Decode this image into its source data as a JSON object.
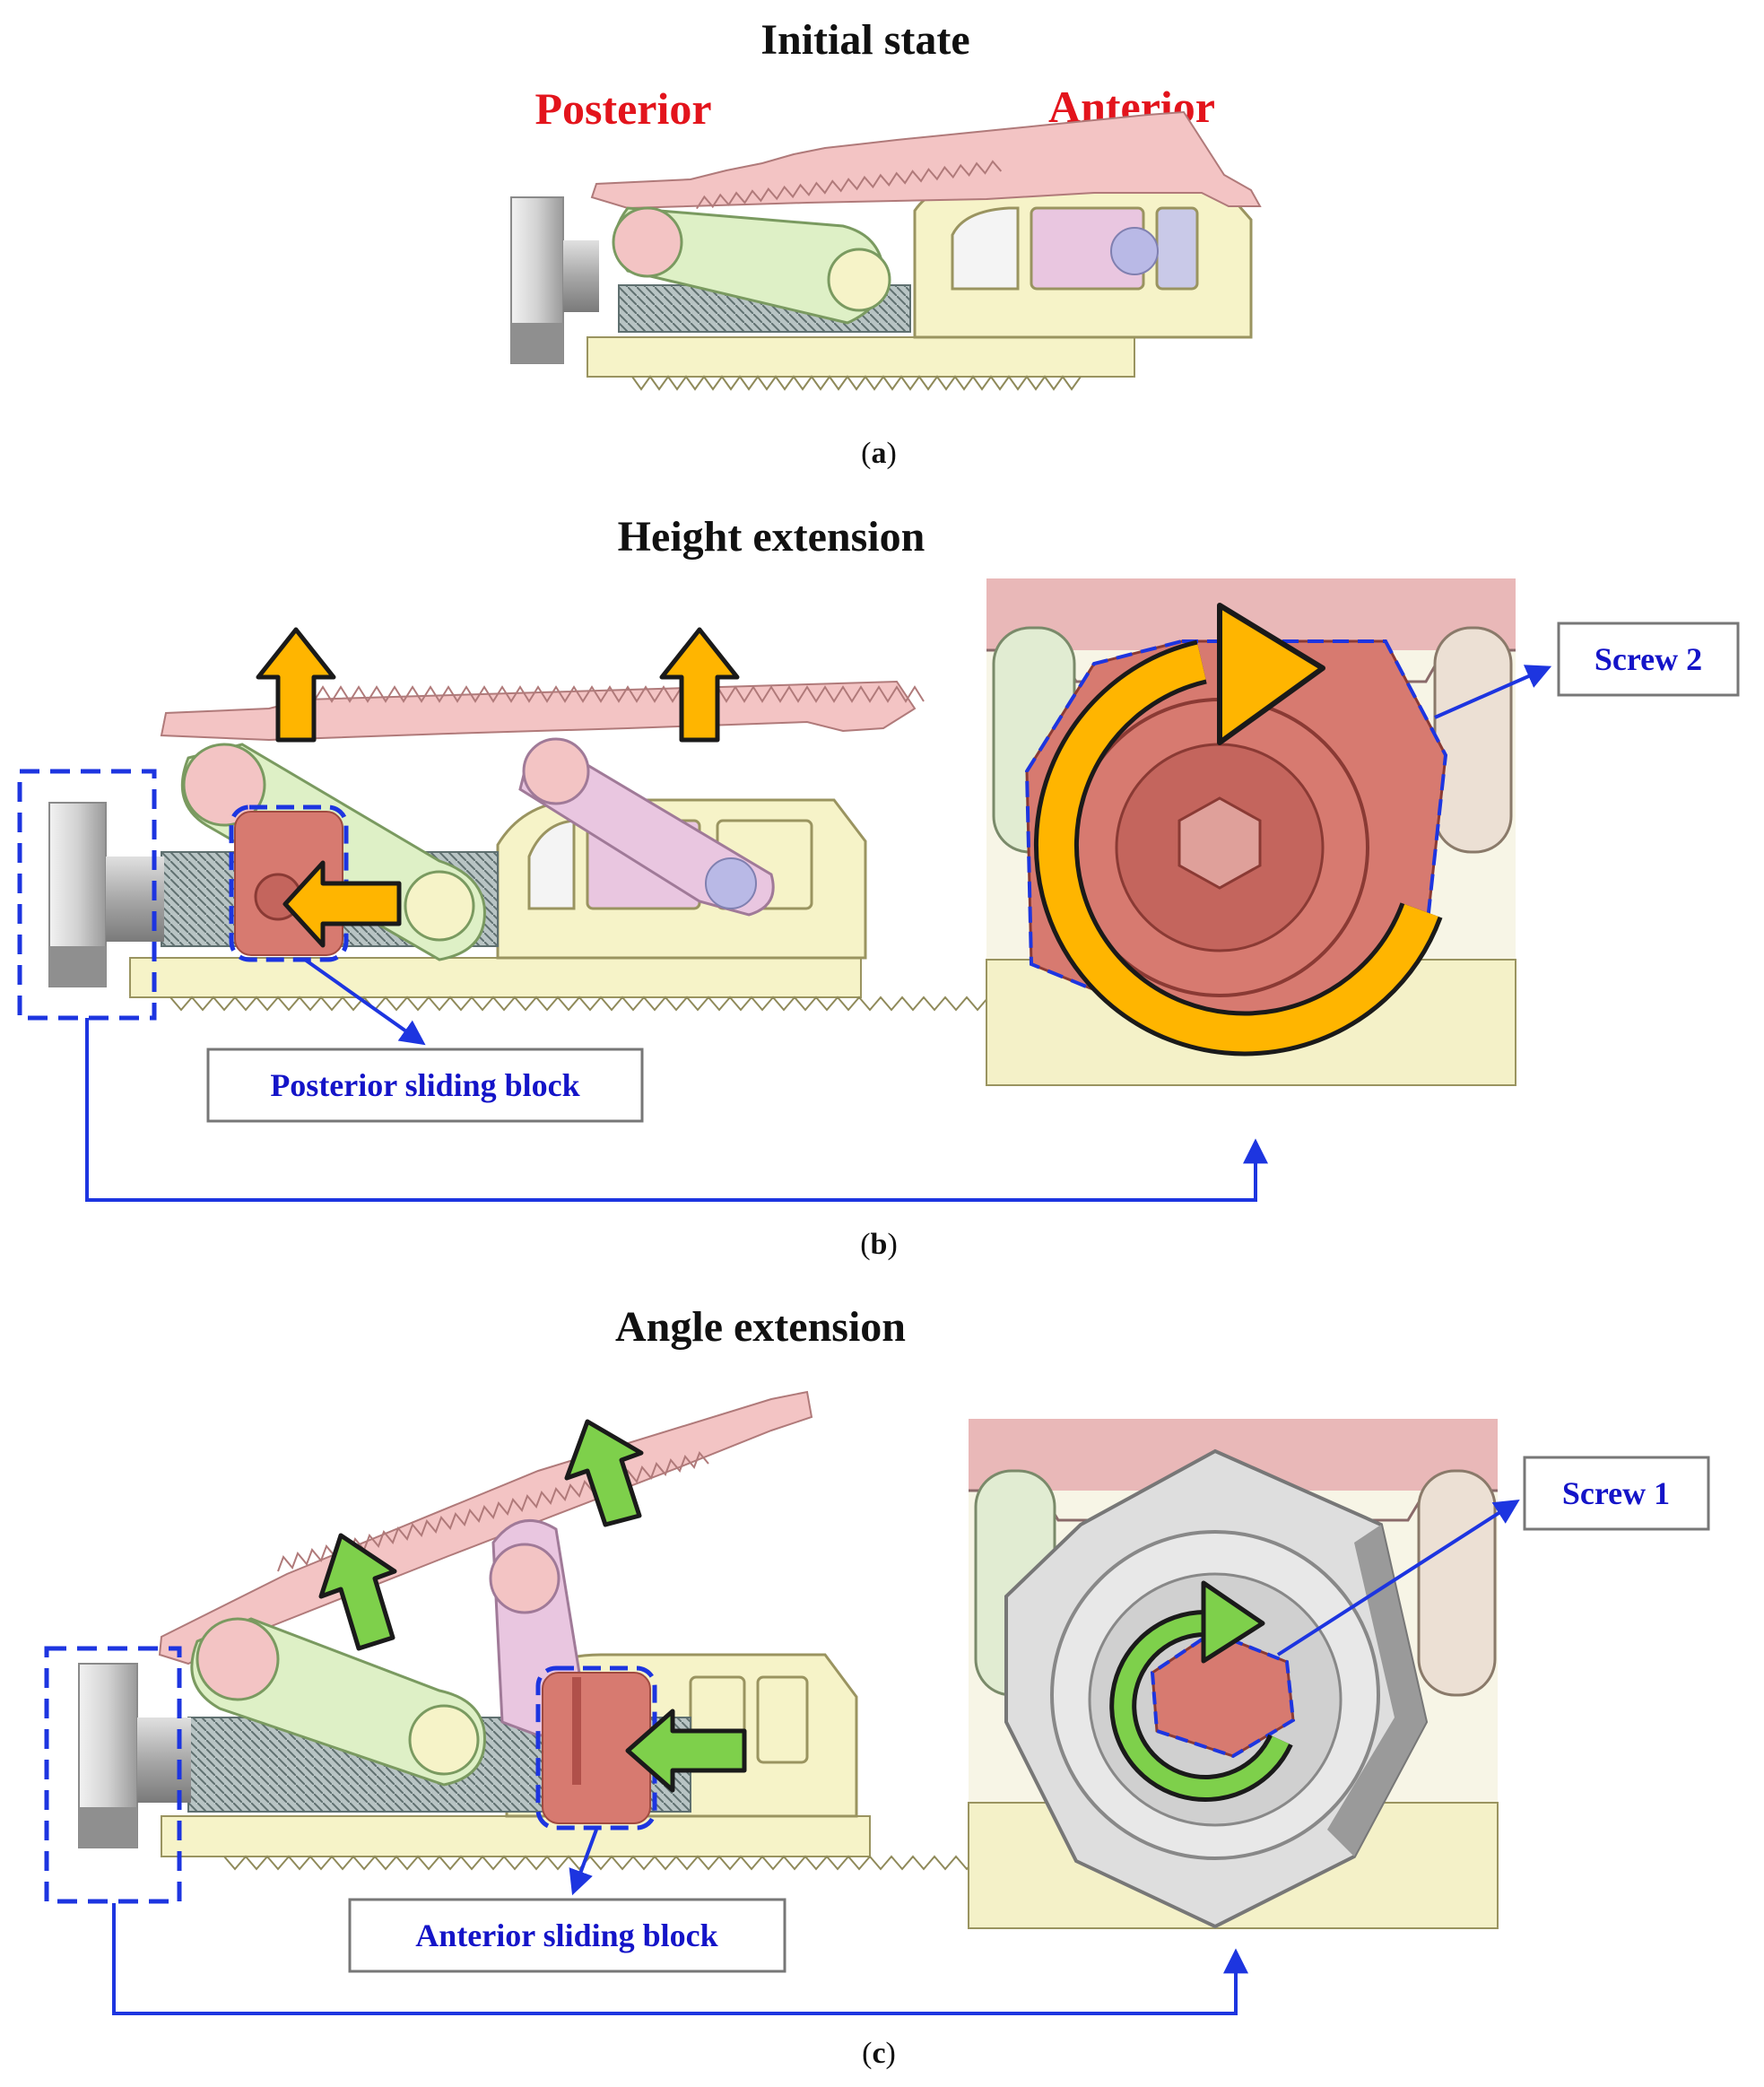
{
  "panels": {
    "a": {
      "title": "Initial state",
      "caption_open": "(",
      "caption_letter": "a",
      "caption_close": ")",
      "posterior_label": "Posterior",
      "anterior_label": "Anterior"
    },
    "b": {
      "title": "Height extension",
      "caption_open": "(",
      "caption_letter": "b",
      "caption_close": ")",
      "block_label": "Posterior sliding block",
      "screw_label": "Screw 2"
    },
    "c": {
      "title": "Angle extension",
      "caption_open": "(",
      "caption_letter": "c",
      "caption_close": ")",
      "block_label": "Anterior sliding block",
      "screw_label": "Screw 1"
    }
  },
  "colors": {
    "plate_pink": "#f3c4c4",
    "plate_pink_edge": "#b07a7a",
    "cage_yellow": "#f6f3c8",
    "cage_edge": "#9a9460",
    "link_green": "#def0c6",
    "link_pink": "#e9c6e0",
    "block_red": "#d77a70",
    "screw_grey": "#d8d8d8",
    "arrow_orange": "#ffb500",
    "arrow_green": "#7ed04b",
    "label_red": "#e3141c",
    "label_blue": "#1414c8",
    "callout_blue": "#1d35e0"
  }
}
